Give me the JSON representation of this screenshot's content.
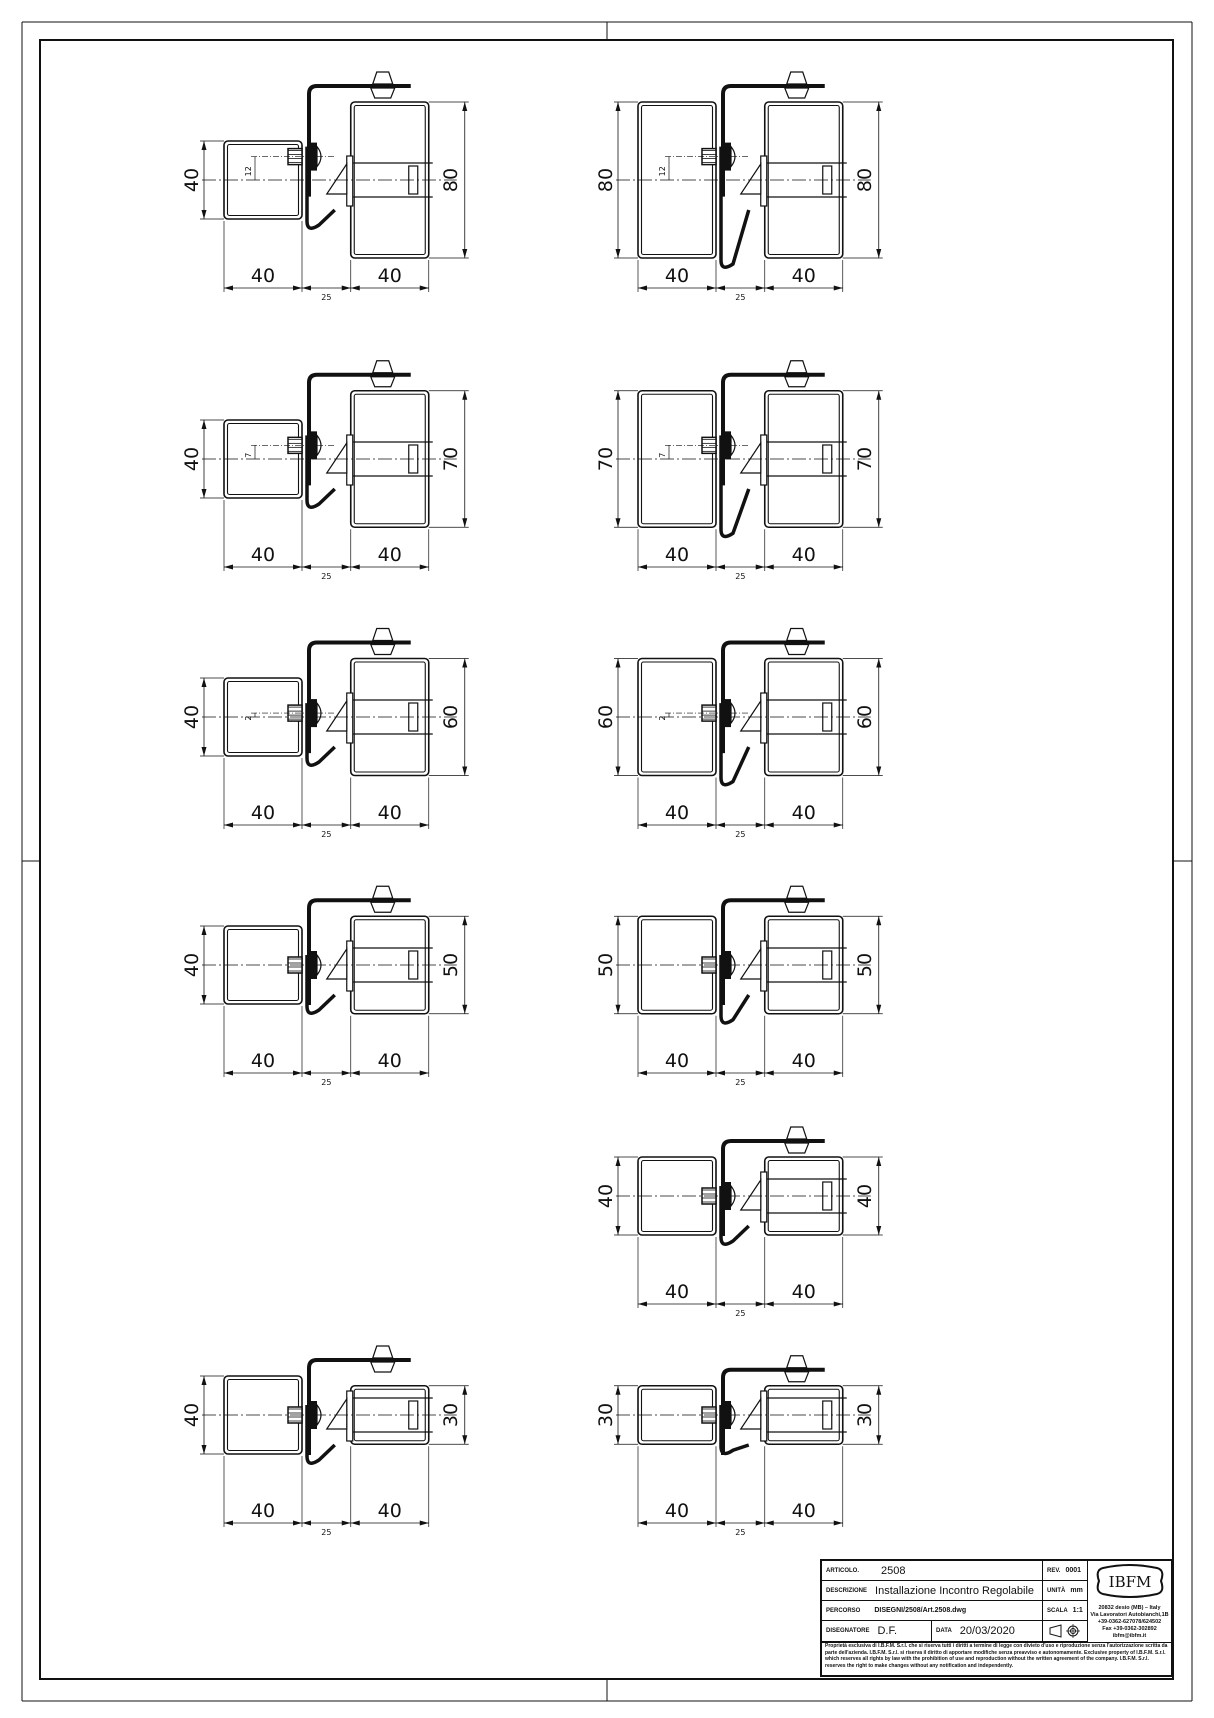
{
  "drawing": {
    "gap_label": "25",
    "assemblies": [
      {
        "left_height": "40",
        "left_width": "40",
        "right_height": "80",
        "right_width": "40",
        "offset": "12"
      },
      {
        "left_height": "80",
        "left_width": "40",
        "right_height": "80",
        "right_width": "40",
        "offset": "12"
      },
      {
        "left_height": "40",
        "left_width": "40",
        "right_height": "70",
        "right_width": "40",
        "offset": "7"
      },
      {
        "left_height": "70",
        "left_width": "40",
        "right_height": "70",
        "right_width": "40",
        "offset": "7"
      },
      {
        "left_height": "40",
        "left_width": "40",
        "right_height": "60",
        "right_width": "40",
        "offset": "2"
      },
      {
        "left_height": "60",
        "left_width": "40",
        "right_height": "60",
        "right_width": "40",
        "offset": "2"
      },
      {
        "left_height": "40",
        "left_width": "40",
        "right_height": "50",
        "right_width": "40",
        "offset": ""
      },
      {
        "left_height": "50",
        "left_width": "40",
        "right_height": "50",
        "right_width": "40",
        "offset": ""
      },
      {
        "left_height": "40",
        "left_width": "40",
        "right_height": "40",
        "right_width": "40",
        "offset": ""
      },
      {
        "left_height": "40",
        "left_width": "40",
        "right_height": "30",
        "right_width": "40",
        "offset": ""
      },
      {
        "left_height": "30",
        "left_width": "40",
        "right_height": "30",
        "right_width": "40",
        "offset": ""
      }
    ]
  },
  "title_block": {
    "articolo_label": "ARTICOLO.",
    "articolo": "2508",
    "descrizione_label": "DESCRIZIONE",
    "descrizione": "Installazione Incontro Regolabile",
    "percorso_label": "PERCORSO",
    "percorso": "DISEGNI/2508/Art.2508.dwg",
    "disegnatore_label": "DISEGNATORE",
    "disegnatore": "D.F.",
    "data_label": "DATA",
    "data": "20/03/2020",
    "rev_label": "REV.",
    "rev": "0001",
    "unita_label": "UNITÀ",
    "unita": "mm",
    "scala_label": "SCALA",
    "scala": "1:1",
    "projection_icon": "first-angle-projection-icon",
    "logo": "IBFM",
    "address": [
      "20832 desio (MB) – Italy",
      "Via Lavoratori Autobianchi,1B",
      "+39-0362-627078/624502",
      "Fax +39-0362-302892",
      "ibfm@ibfm.it"
    ],
    "disclaimer": "Proprietà esclusiva di I.B.F.M. S.r.l. che si riserva tutti i diritti a termine di legge con divieto d'uso e riproduzione senza l'autorizzazione scritta da parte dell'azienda. I.B.F.M. S.r.l. si riserva il diritto di apportare modifiche senza preavviso e autonomamente. Exclusive property of I.B.F.M. S.r.l. which reserves all rights by law with the prohibition of use and reproduction without the written agreement of the company. I.B.F.M. S.r.l. reserves the right to make changes without any notification and independently."
  },
  "colors": {
    "ink": "#111111",
    "paper": "#ffffff"
  }
}
